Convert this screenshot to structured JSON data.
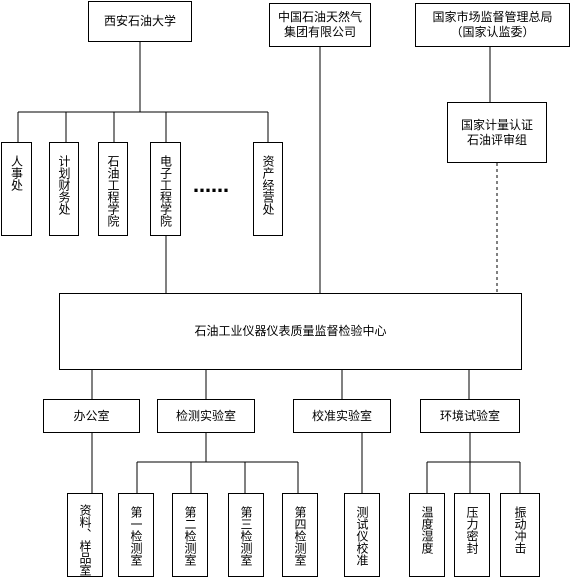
{
  "top": {
    "xian_univ": "西安石油大学",
    "cnpc": [
      "中国石油天然气",
      "集团有限公司"
    ],
    "samr": [
      "国家市场监督管理总局",
      "（国家认监委）"
    ]
  },
  "metrology_group": [
    "国家计量认证",
    "石油评审组"
  ],
  "university_depts": [
    "人事处",
    "计划财务处",
    "石油工程学院",
    "电子工程学院",
    "资产经营处"
  ],
  "ellipsis": "……",
  "center": "石油工业仪器仪表质量监督检验中心",
  "divisions": {
    "office": "办公室",
    "testing_lab": "检测实验室",
    "calibration_lab": "校准实验室",
    "environment_lab": "环境试验室"
  },
  "sub_units": {
    "office": [
      "资料、样品室"
    ],
    "testing_lab": [
      "第一检测室",
      "第二检测室",
      "第三检测室",
      "第四检测室"
    ],
    "calibration_lab": [
      "测试仪校准"
    ],
    "environment_lab": [
      "温度湿度",
      "压力密封",
      "振动冲击"
    ]
  }
}
